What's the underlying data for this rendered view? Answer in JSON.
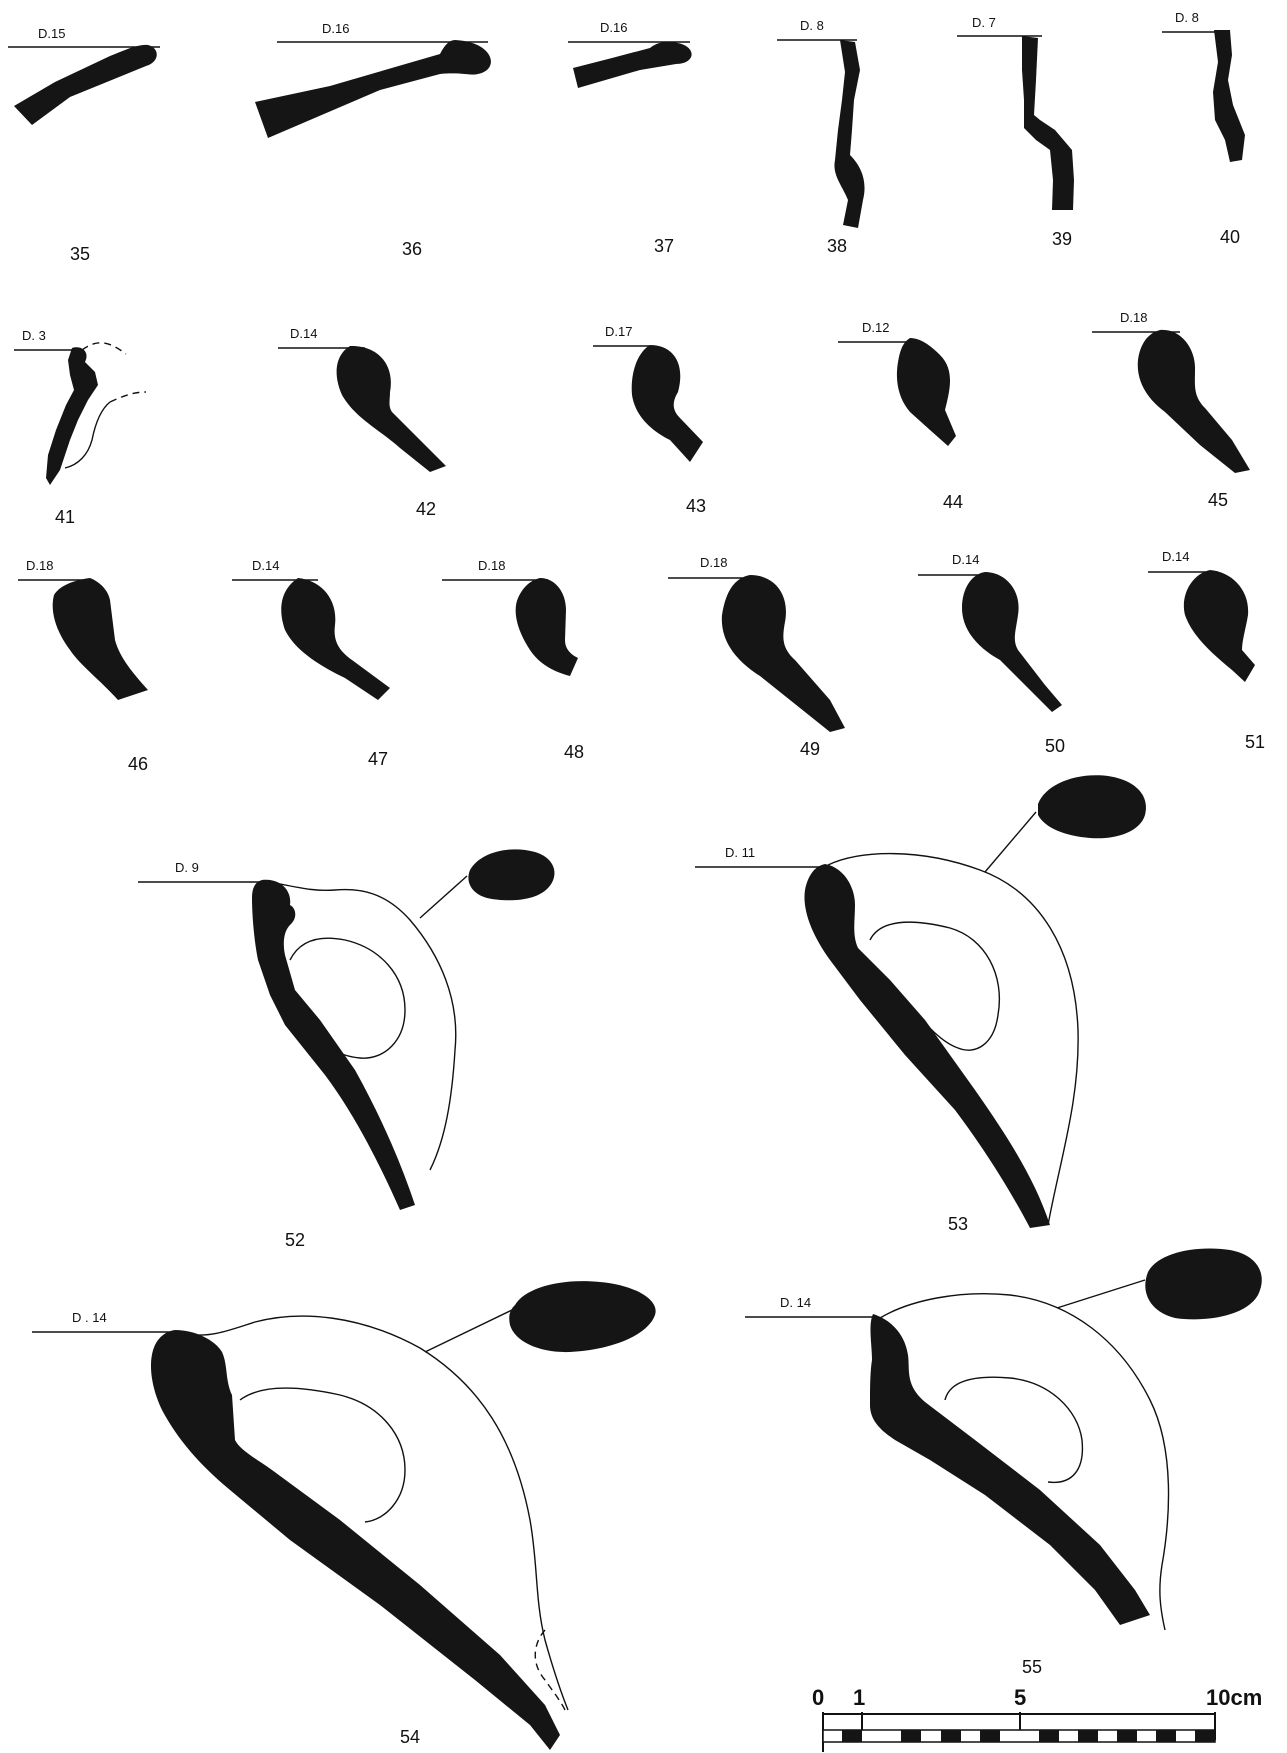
{
  "sherds": [
    {
      "id": "35",
      "diameter": "D.15"
    },
    {
      "id": "36",
      "diameter": "D.16"
    },
    {
      "id": "37",
      "diameter": "D.16"
    },
    {
      "id": "38",
      "diameter": "D. 8"
    },
    {
      "id": "39",
      "diameter": "D. 7"
    },
    {
      "id": "40",
      "diameter": "D. 8"
    },
    {
      "id": "41",
      "diameter": "D. 3"
    },
    {
      "id": "42",
      "diameter": "D.14"
    },
    {
      "id": "43",
      "diameter": "D.17"
    },
    {
      "id": "44",
      "diameter": "D.12"
    },
    {
      "id": "45",
      "diameter": "D.18"
    },
    {
      "id": "46",
      "diameter": "D.18"
    },
    {
      "id": "47",
      "diameter": "D.14"
    },
    {
      "id": "48",
      "diameter": "D.18"
    },
    {
      "id": "49",
      "diameter": "D.18"
    },
    {
      "id": "50",
      "diameter": "D.14"
    },
    {
      "id": "51",
      "diameter": "D.14"
    },
    {
      "id": "52",
      "diameter": "D. 9"
    },
    {
      "id": "53",
      "diameter": "D. 11"
    },
    {
      "id": "54",
      "diameter": "D . 14"
    },
    {
      "id": "55",
      "diameter": "D. 14"
    }
  ],
  "scale": {
    "labels": [
      "0",
      "1",
      "5",
      "10cm"
    ]
  },
  "colors": {
    "ink": "#151515",
    "paper": "#ffffff"
  }
}
